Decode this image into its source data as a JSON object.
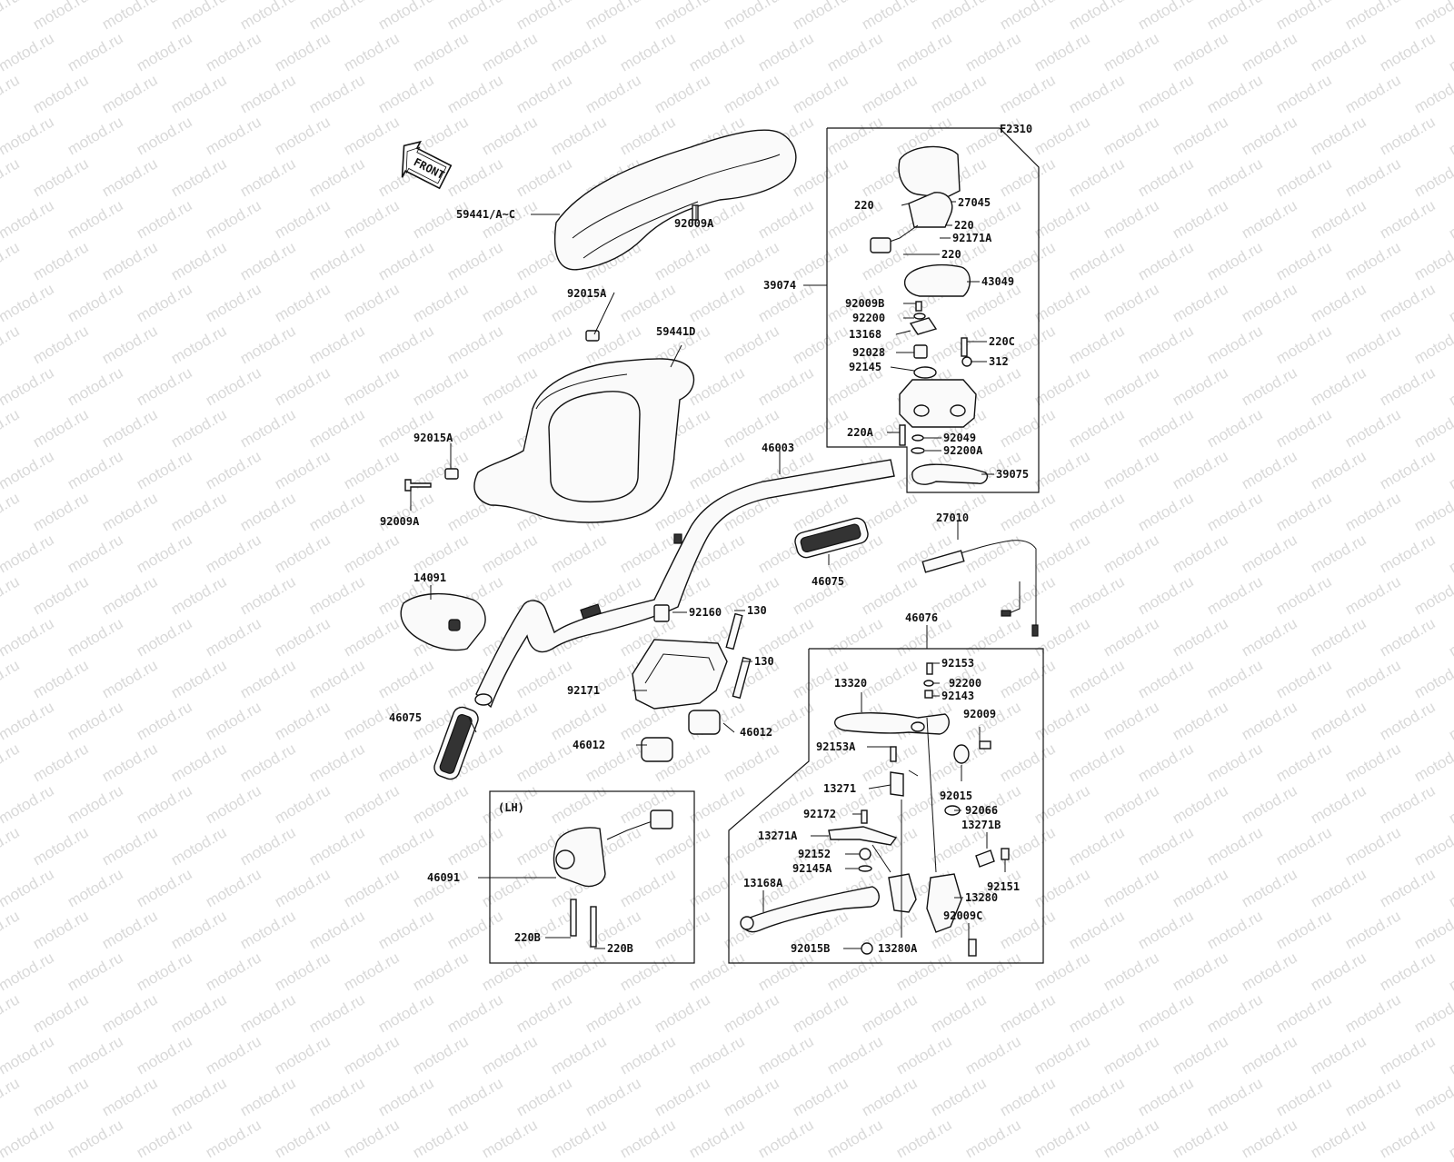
{
  "diagram_code": "F2310",
  "front_label": "FRONT",
  "watermark_text": "motod.ru",
  "group_labels": {
    "lh": "(LH)"
  },
  "callouts": [
    {
      "id": "c1",
      "text": "59441/A~C"
    },
    {
      "id": "c2",
      "text": "92009A"
    },
    {
      "id": "c3",
      "text": "92015A"
    },
    {
      "id": "c4",
      "text": "59441D"
    },
    {
      "id": "c5",
      "text": "92015A"
    },
    {
      "id": "c6",
      "text": "92009A"
    },
    {
      "id": "c7",
      "text": "46003"
    },
    {
      "id": "c8",
      "text": "14091"
    },
    {
      "id": "c9",
      "text": "46075"
    },
    {
      "id": "c10",
      "text": "46075"
    },
    {
      "id": "c11",
      "text": "92160"
    },
    {
      "id": "c12",
      "text": "130"
    },
    {
      "id": "c13",
      "text": "130"
    },
    {
      "id": "c14",
      "text": "92171"
    },
    {
      "id": "c15",
      "text": "46012"
    },
    {
      "id": "c16",
      "text": "46012"
    },
    {
      "id": "c17",
      "text": "27010"
    },
    {
      "id": "c18",
      "text": "46076"
    },
    {
      "id": "c19",
      "text": "220"
    },
    {
      "id": "c20",
      "text": "27045"
    },
    {
      "id": "c21",
      "text": "220"
    },
    {
      "id": "c22",
      "text": "92171A"
    },
    {
      "id": "c23",
      "text": "220"
    },
    {
      "id": "c24",
      "text": "39074"
    },
    {
      "id": "c25",
      "text": "43049"
    },
    {
      "id": "c26",
      "text": "92009B"
    },
    {
      "id": "c27",
      "text": "92200"
    },
    {
      "id": "c28",
      "text": "13168"
    },
    {
      "id": "c29",
      "text": "220C"
    },
    {
      "id": "c30",
      "text": "92028"
    },
    {
      "id": "c31",
      "text": "312"
    },
    {
      "id": "c32",
      "text": "92145"
    },
    {
      "id": "c33",
      "text": "220A"
    },
    {
      "id": "c34",
      "text": "92049"
    },
    {
      "id": "c35",
      "text": "92200A"
    },
    {
      "id": "c36",
      "text": "39075"
    },
    {
      "id": "c37",
      "text": "46091"
    },
    {
      "id": "c38",
      "text": "220B"
    },
    {
      "id": "c39",
      "text": "220B"
    },
    {
      "id": "c40",
      "text": "13320"
    },
    {
      "id": "c41",
      "text": "92153"
    },
    {
      "id": "c42",
      "text": "92200"
    },
    {
      "id": "c43",
      "text": "92143"
    },
    {
      "id": "c44",
      "text": "92009"
    },
    {
      "id": "c45",
      "text": "92153A"
    },
    {
      "id": "c46",
      "text": "13271"
    },
    {
      "id": "c47",
      "text": "92015"
    },
    {
      "id": "c48",
      "text": "92172"
    },
    {
      "id": "c49",
      "text": "92066"
    },
    {
      "id": "c50",
      "text": "13271A"
    },
    {
      "id": "c51",
      "text": "13271B"
    },
    {
      "id": "c52",
      "text": "92152"
    },
    {
      "id": "c53",
      "text": "92145A"
    },
    {
      "id": "c54",
      "text": "92151"
    },
    {
      "id": "c55",
      "text": "13168A"
    },
    {
      "id": "c56",
      "text": "13280"
    },
    {
      "id": "c57",
      "text": "92009C"
    },
    {
      "id": "c58",
      "text": "92015B"
    },
    {
      "id": "c59",
      "text": "13280A"
    }
  ]
}
